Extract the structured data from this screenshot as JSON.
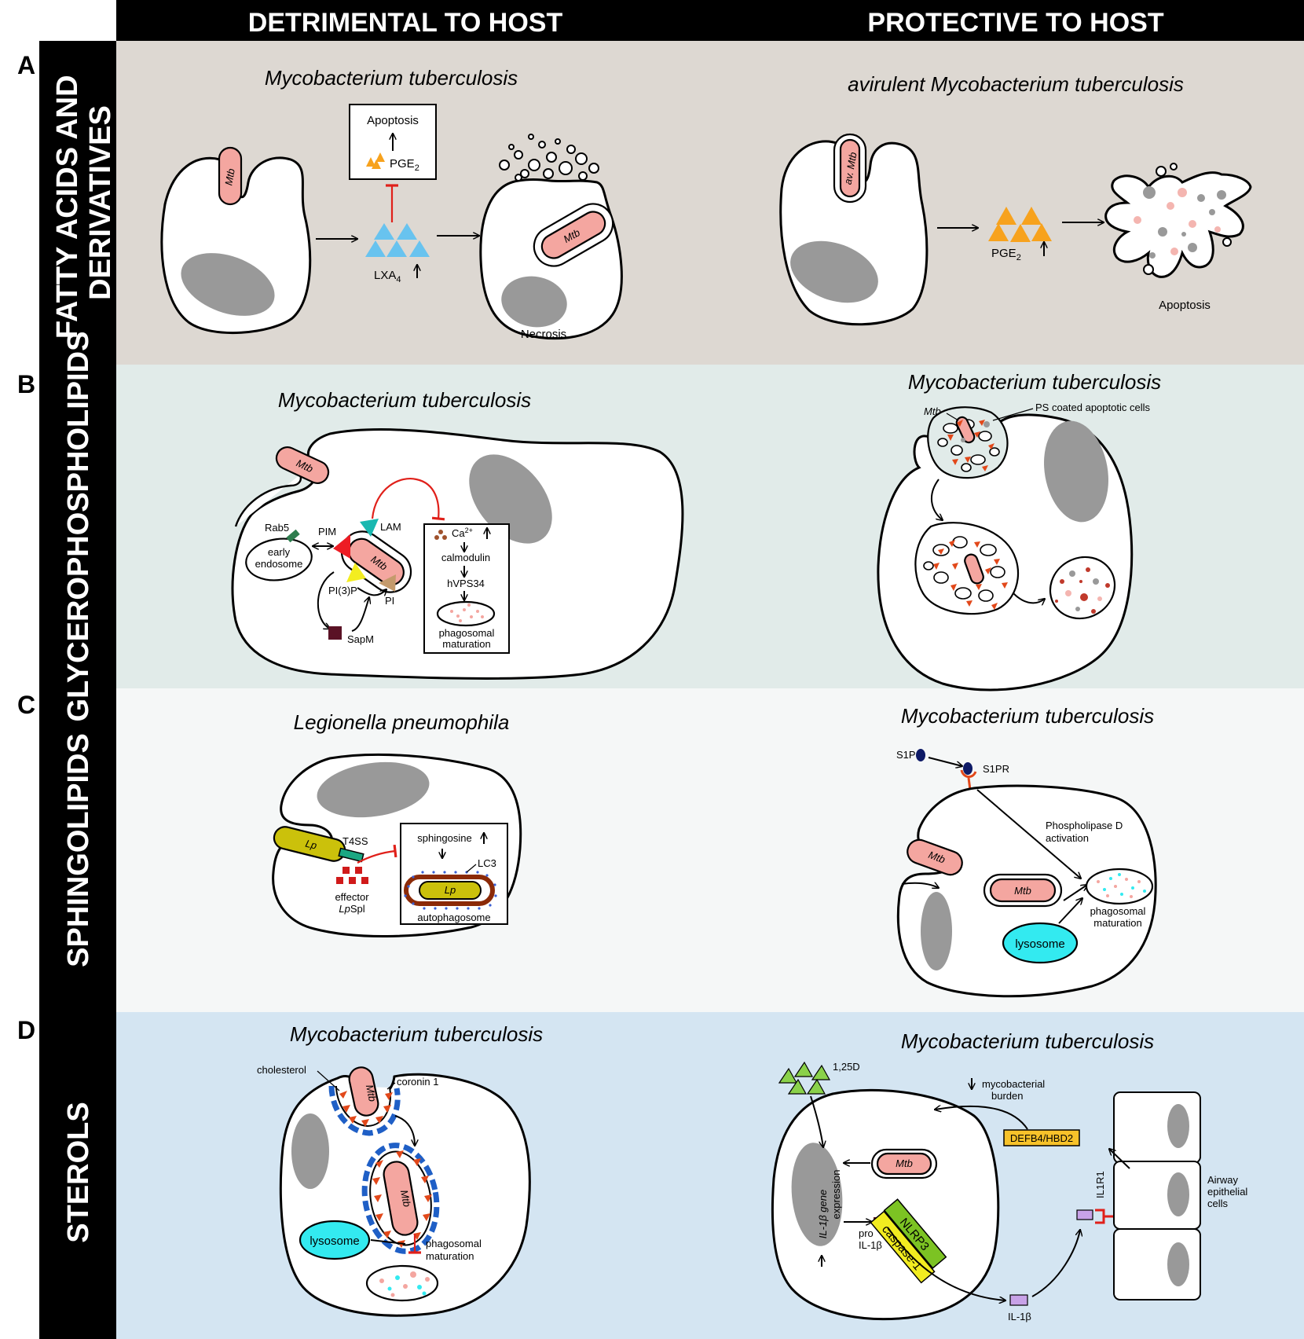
{
  "header": {
    "left": "DETRIMENTAL TO HOST",
    "right": "PROTECTIVE TO HOST"
  },
  "colors": {
    "bg_A": "#ddd8d2",
    "bg_B": "#e1ebe9",
    "bg_C": "#f5f7f7",
    "bg_D": "#d4e5f2",
    "mtb": "#f4a6a0",
    "nucleus": "#999999",
    "lysosome": "#33eaf0",
    "pge2": "#f7a21d",
    "lxa4": "#68c3ef"
  },
  "panels": {
    "A": {
      "letter": "A",
      "side_lines": [
        "FATTY ACIDS AND",
        "DERIVATIVES"
      ],
      "left": {
        "title": "Mycobacterium tuberculosis",
        "apoptosis": "Apoptosis",
        "pge2": "PGE",
        "pge2_sub": "2",
        "lxa4": "LXA",
        "lxa4_sub": "4",
        "necrosis": "Necrosis",
        "mtb": "Mtb"
      },
      "right": {
        "title_plain": "avirulent ",
        "title_italic": "Mycobacterium tuberculosis",
        "mtb": "av. Mtb",
        "pge2": "PGE",
        "pge2_sub": "2",
        "apoptosis": "Apoptosis"
      }
    },
    "B": {
      "letter": "B",
      "side": "GLYCEROPHOSPHOLIPIDS",
      "left": {
        "title": "Mycobacterium tuberculosis",
        "mtb": "Mtb",
        "rab5": "Rab5",
        "early": "early",
        "endosome": "endosome",
        "pim": "PIM",
        "lam": "LAM",
        "pi3p": "PI(3)P",
        "pi": "PI",
        "sapm": "SapM",
        "ca": "Ca",
        "ca_sup": "2+",
        "calmodulin": "calmodulin",
        "hvps34": "hVPS34",
        "phago1": "phagosomal",
        "phago2": "maturation"
      },
      "right": {
        "title": "Mycobacterium tuberculosis",
        "mtb": "Mtb",
        "ps": "PS coated apoptotic cells"
      }
    },
    "C": {
      "letter": "C",
      "side": "SPHINGOLIPIDS",
      "left": {
        "title": "Legionella pneumophila",
        "lp": "Lp",
        "t4ss": "T4SS",
        "effector": "effector",
        "lpspl_italic": "Lp",
        "lpspl_plain": "Spl",
        "sphingosine": "sphingosine",
        "lc3": "LC3",
        "autophagosome": "autophagosome"
      },
      "right": {
        "title": "Mycobacterium tuberculosis",
        "s1p": "S1P",
        "s1pr": "S1PR",
        "pld1": "Phospholipase D",
        "pld2": "activation",
        "mtb": "Mtb",
        "lysosome": "lysosome",
        "phago1": "phagosomal",
        "phago2": "maturation"
      }
    },
    "D": {
      "letter": "D",
      "side": "STEROLS",
      "left": {
        "title": "Mycobacterium tuberculosis",
        "cholesterol": "cholesterol",
        "coronin": "coronin 1",
        "mtb": "Mtb",
        "lysosome": "lysosome",
        "phago1": "phagosomal",
        "phago2": "maturation"
      },
      "right": {
        "title": "Mycobacterium tuberculosis",
        "vitd": "1,25D",
        "burden1": "mycobacterial",
        "burden2": "burden",
        "defb": "DEFB4/HBD2",
        "mtb": "Mtb",
        "il1b_gene": "IL-1β",
        "gene_suffix": " gene",
        "expression": "expression",
        "pro1": "pro",
        "pro2": "IL-1β",
        "nlrp3": "NLRP3",
        "casp1": "caspase-1",
        "il1b": "IL-1β",
        "il1r1": "IL1R1",
        "airway1": "Airway",
        "airway2": "epithelial",
        "airway3": "cells"
      }
    }
  }
}
